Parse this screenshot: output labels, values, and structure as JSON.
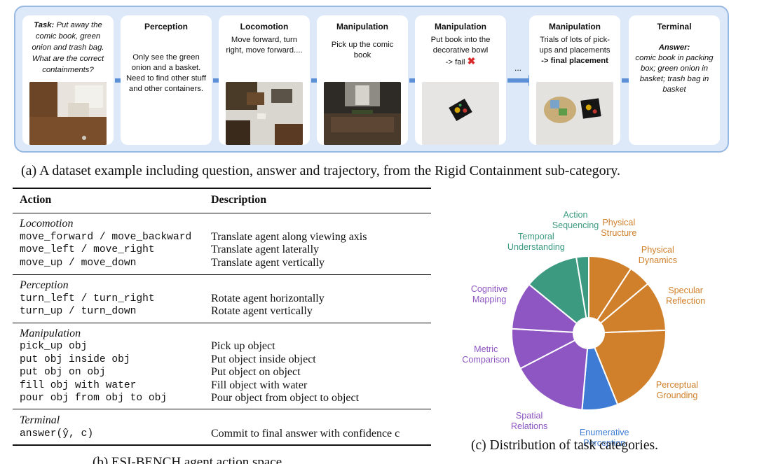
{
  "panel_a": {
    "task": {
      "label": "Task:",
      "text": "Put away the comic book, green onion and trash bag. What are the correct containments?"
    },
    "perception": {
      "title": "Perception",
      "text": "Only see the green onion and a basket. Need to find other stuff and other containers."
    },
    "locomotion": {
      "title": "Locomotion",
      "text": "Move forward, turn right, move forward...."
    },
    "manipulation1": {
      "title": "Manipulation",
      "text": "Pick up the comic book"
    },
    "manipulation2": {
      "title": "Manipulation",
      "text_line1": "Put book into  the decorative bowl",
      "text_fail": "-> fail",
      "fail_mark": "✖"
    },
    "ellipsis": "...",
    "manipulation3": {
      "title": "Manipulation",
      "text": "Trials of lots of pick-ups and placements",
      "text_bold": "-> final placement"
    },
    "terminal": {
      "title": "Terminal",
      "answer_label": "Answer:",
      "answer_text": "comic book in packing box; green onion in basket; trash bag in basket"
    },
    "caption": "(a) A dataset example including question, answer and trajectory, from the Rigid Containment sub-category."
  },
  "panel_b": {
    "headers": {
      "action": "Action",
      "description": "Description"
    },
    "groups": [
      {
        "name": "Locomotion",
        "rows": [
          {
            "action": "move_forward / move_backward",
            "description": "Translate agent along viewing axis"
          },
          {
            "action": "move_left / move_right",
            "description": "Translate agent laterally"
          },
          {
            "action": "move_up / move_down",
            "description": "Translate agent vertically"
          }
        ]
      },
      {
        "name": "Perception",
        "rows": [
          {
            "action": "turn_left / turn_right",
            "description": "Rotate agent horizontally"
          },
          {
            "action": "turn_up / turn_down",
            "description": "Rotate agent vertically"
          }
        ]
      },
      {
        "name": "Manipulation",
        "rows": [
          {
            "action": "pick_up obj",
            "description": "Pick up object"
          },
          {
            "action": "put obj inside obj",
            "description": "Put object inside object"
          },
          {
            "action": "put obj on obj",
            "description": "Put object on object"
          },
          {
            "action": "fill obj with water",
            "description": "Fill object with water"
          },
          {
            "action": "pour obj from obj to obj",
            "description": "Pour object from object to object"
          }
        ]
      },
      {
        "name": "Terminal",
        "rows": [
          {
            "action": "answer(ŷ, c)",
            "description": "Commit to final answer with confidence c"
          }
        ]
      }
    ],
    "caption": "(b) ESI-BENCH agent action space."
  },
  "panel_c": {
    "caption": "(c) Distribution of task categories.",
    "colors": {
      "orange": "#d0802b",
      "blue": "#3d7bd4",
      "purple": "#8e56c2",
      "green": "#3c9a80"
    },
    "chart_data": {
      "type": "pie",
      "title": "",
      "donut": true,
      "slices": [
        {
          "label": "Physical Structure",
          "value": 9.2,
          "color": "orange"
        },
        {
          "label": "Physical Dynamics",
          "value": 4.7,
          "color": "orange"
        },
        {
          "label": "Specular Reflection",
          "value": 10.5,
          "color": "orange"
        },
        {
          "label": "Perceptual Grounding",
          "value": 19.5,
          "color": "orange"
        },
        {
          "label": "Enumerative Perception",
          "value": 7.5,
          "color": "blue"
        },
        {
          "label": "Spatial Relations",
          "value": 16.0,
          "color": "purple"
        },
        {
          "label": "Metric Comparison",
          "value": 8.5,
          "color": "purple"
        },
        {
          "label": "Cognitive Mapping",
          "value": 10.0,
          "color": "purple"
        },
        {
          "label": "Temporal Understanding",
          "value": 11.5,
          "color": "green"
        },
        {
          "label": "Action Sequencing",
          "value": 2.6,
          "color": "green"
        }
      ]
    }
  }
}
